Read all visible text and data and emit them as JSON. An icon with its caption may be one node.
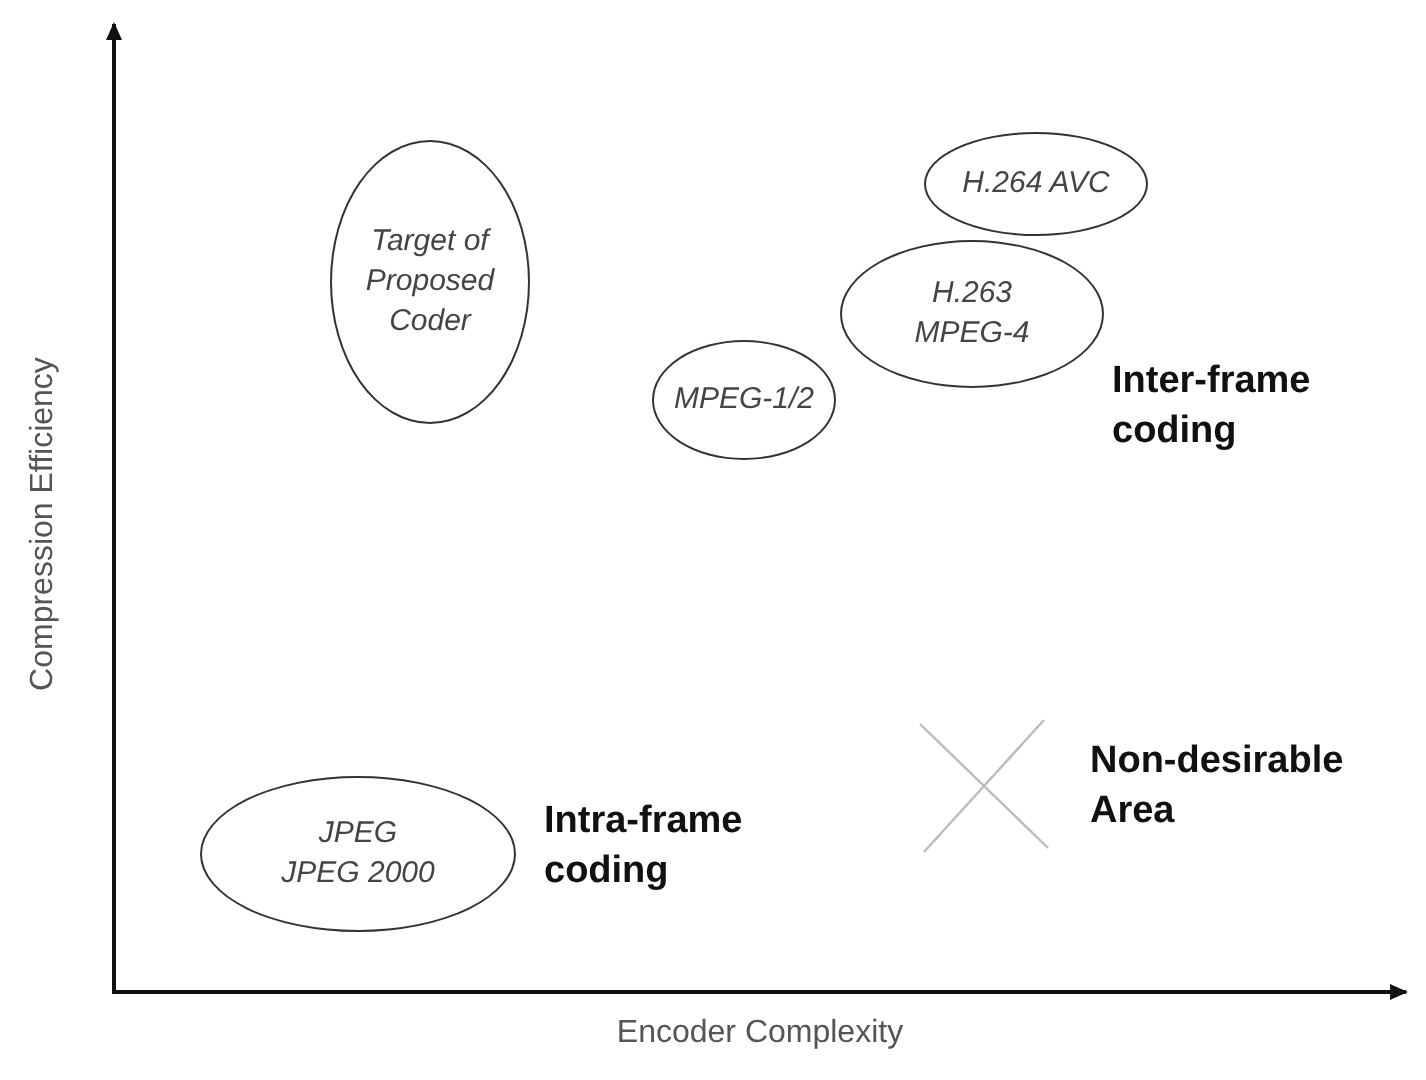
{
  "diagram": {
    "nodes": [
      {
        "text": [
          "Target of Proposed Coder"
        ]
      },
      {
        "text": [
          "H.264 AVC"
        ]
      },
      {
        "text": [
          "MPEG-1/2"
        ]
      },
      {
        "text": [
          "H.263",
          "MPEG-4"
        ]
      },
      {
        "text": [
          "JPEG",
          "JPEG 2000"
        ]
      }
    ],
    "labels": [
      "Compression Efficiency",
      "Inter-frame coding",
      "Non-desirable Area",
      "Intra-frame coding",
      "Encoder Complexity"
    ]
  }
}
